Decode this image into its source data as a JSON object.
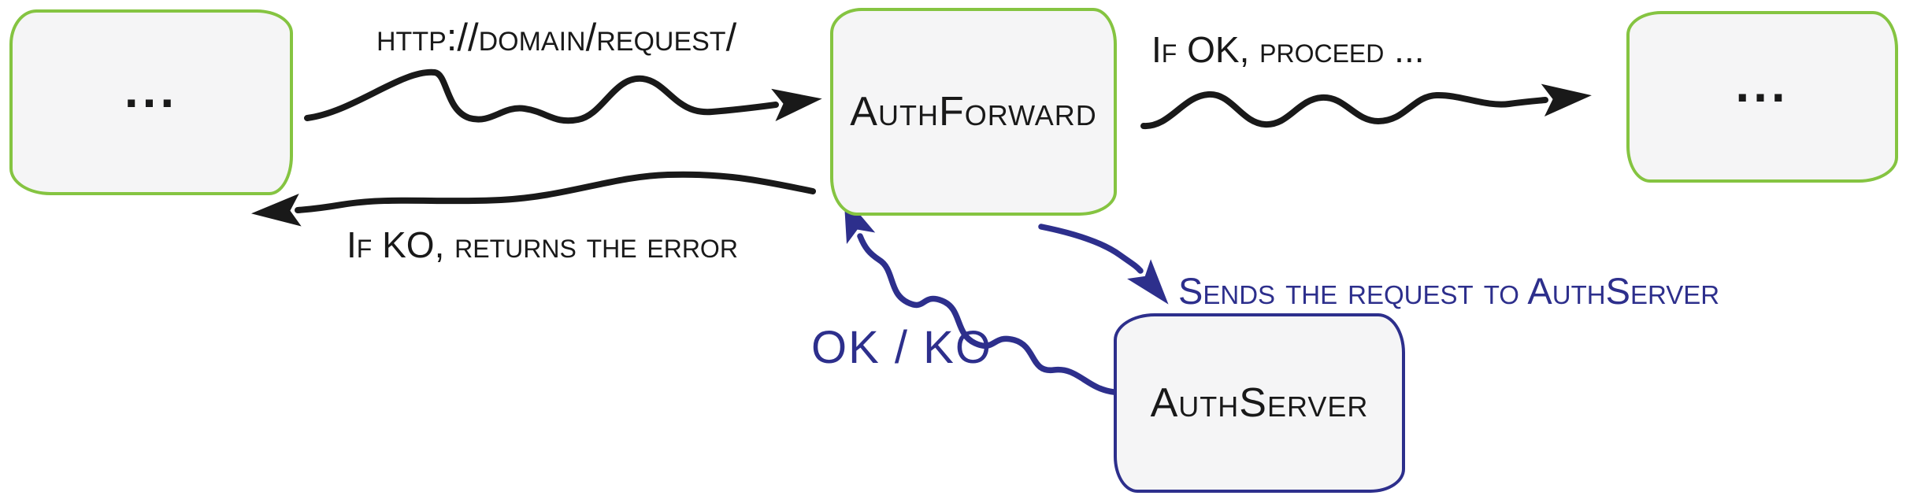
{
  "diagram": {
    "nodes": {
      "client_left": {
        "label": "..."
      },
      "auth_forward": {
        "label": "AuthForward"
      },
      "client_right": {
        "label": "..."
      },
      "auth_server": {
        "label": "AuthServer"
      }
    },
    "edges": {
      "request": {
        "label": "http://domain/request/"
      },
      "ok_proceed": {
        "label": "If OK, proceed ..."
      },
      "ko_return": {
        "label": "If KO, returns the error"
      },
      "send_to_authserver": {
        "label": "Sends the request to AuthServer"
      },
      "ok_ko": {
        "label": "OK / KO"
      }
    },
    "colors": {
      "green": "#85c441",
      "blue": "#2d2f8c",
      "ink": "#191919",
      "fill": "#f5f5f6"
    }
  }
}
